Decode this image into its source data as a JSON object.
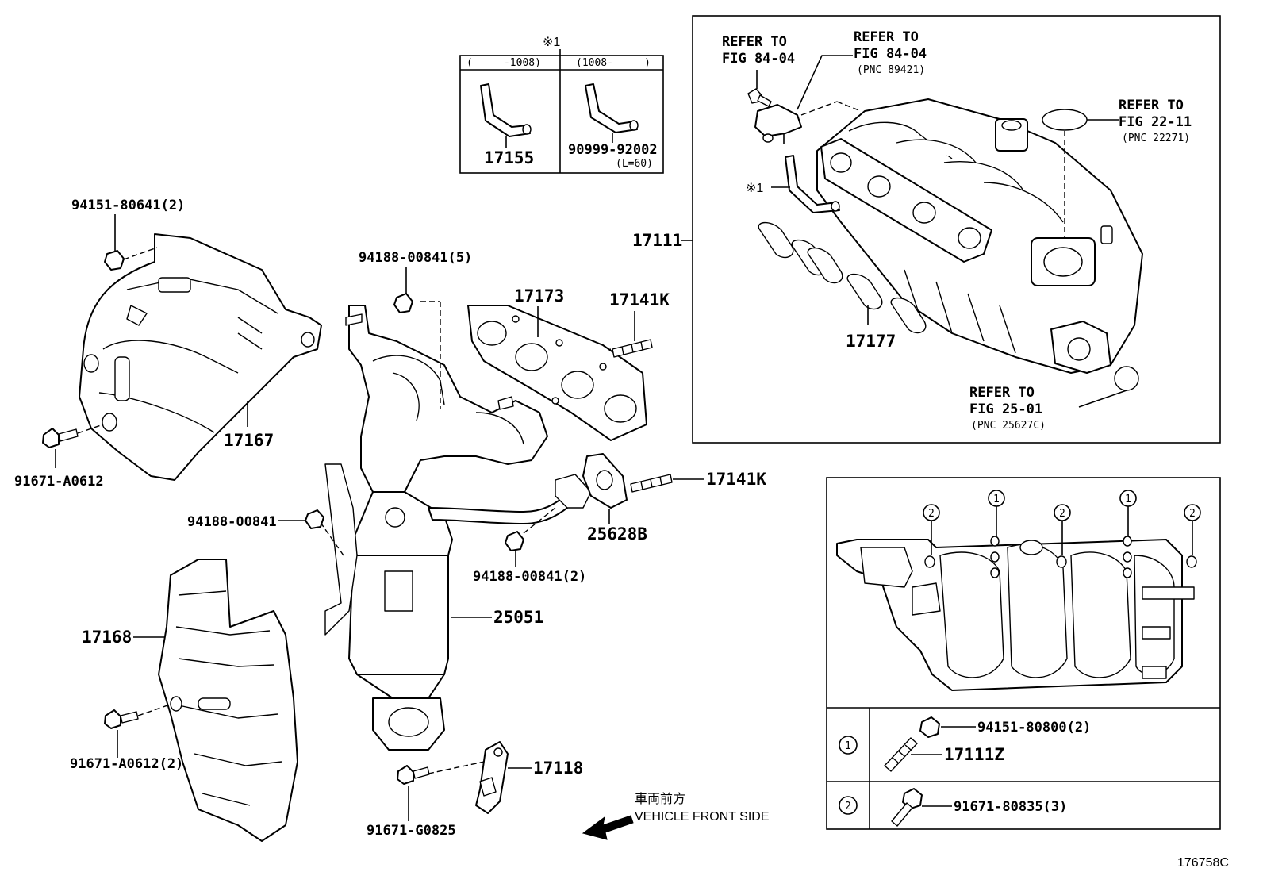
{
  "diagram_id": "176758C",
  "labels": {
    "p94151_80641": "94151-80641(2)",
    "p91671_a0612_top": "91671-A0612",
    "p17167": "17167",
    "p94188_00841_5": "94188-00841(5)",
    "p17173": "17173",
    "p17141k_top": "17141K",
    "p17141k_mid": "17141K",
    "p25628b": "25628B",
    "p94188_00841_2": "94188-00841(2)",
    "p94188_00841": "94188-00841",
    "p25051": "25051",
    "p17168": "17168",
    "p91671_a0612_2": "91671-A0612(2)",
    "p17118": "17118",
    "p91671_g0825": "91671-G0825",
    "p17111": "17111",
    "p17177": "17177"
  },
  "inset_hose": {
    "ref_mark": "※1",
    "col1_header": "(     -1008)",
    "col2_header": "(1008-     )",
    "col1_part": "17155",
    "col2_part": "90999-92002",
    "col2_note": "(L=60)"
  },
  "intake_box": {
    "ref1_line1": "REFER TO",
    "ref1_line2": "FIG 84-04",
    "ref2_line1": "REFER TO",
    "ref2_line2": "FIG 84-04",
    "ref2_pnc": "(PNC 89421)",
    "ref3_line1": "REFER TO",
    "ref3_line2": "FIG 22-11",
    "ref3_pnc": "(PNC 22271)",
    "ref4_line1": "REFER TO",
    "ref4_line2": "FIG 25-01",
    "ref4_pnc": "(PNC 25627C)",
    "hose_mark": "※1"
  },
  "bolt_table": {
    "callout1": "1",
    "callout2": "2",
    "row1_nut": "94151-80800(2)",
    "row1_stud": "17111Z",
    "row2_bolt": "91671-80835(3)"
  },
  "direction": {
    "japanese": "車両前方",
    "english": "VEHICLE FRONT SIDE"
  }
}
